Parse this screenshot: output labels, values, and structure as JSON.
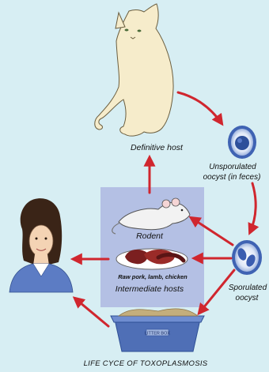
{
  "labels": {
    "definitive_host": "Definitive host",
    "unsporulated_line1": "Unsporulated",
    "unsporulated_line2": "oocyst (in feces)",
    "rodent": "Rodent",
    "meat": "Raw pork, lamb, chicken",
    "intermediate_hosts": "Intermediate hosts",
    "sporulated_line1": "Sporulated",
    "sporulated_line2": "oocyst",
    "litter_box": "LITTER BOX",
    "caption": "LIFE CYCE OF TOXOPLASMOSIS"
  },
  "colors": {
    "background": "#d7eef3",
    "arrow": "#d0262e",
    "intermediate_panel": "#b4c0e4",
    "cat": "#f6eccb",
    "oocyst_outer": "#3f63b3",
    "litter_box": "#4f6fb6",
    "woman_shirt": "#5c7cc4",
    "woman_hair": "#3a2417"
  }
}
